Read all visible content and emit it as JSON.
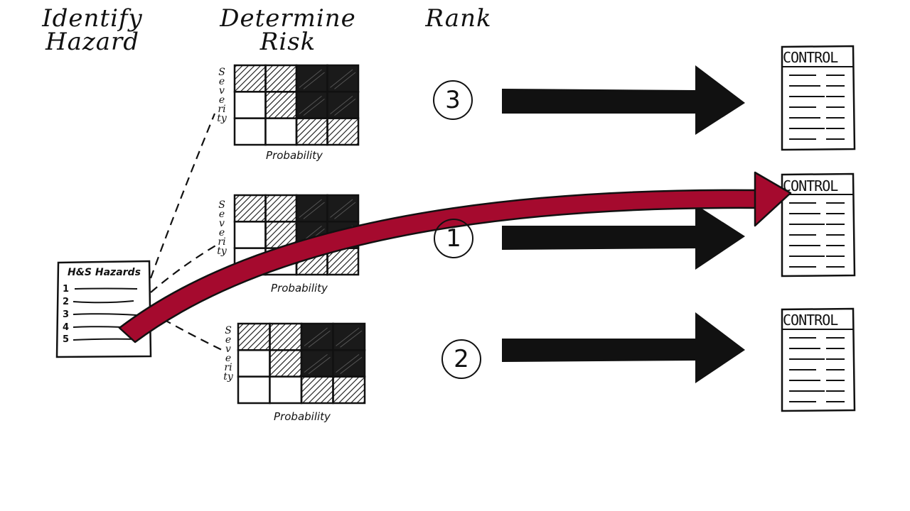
{
  "headers": {
    "identify": "Identify\nHazard",
    "determine": "Determine\nRisk",
    "rank": "Rank"
  },
  "hazard_list": {
    "title": "H&S Hazards",
    "items": [
      "1",
      "2",
      "3",
      "4",
      "5"
    ]
  },
  "matrices": {
    "severity_label": "Severity",
    "probability_label": "Probability"
  },
  "ranks": [
    "3",
    "1",
    "2"
  ],
  "controls": {
    "label": "CONTROL"
  },
  "colors": {
    "ink": "#111111",
    "accent_arrow": "#a50a2e"
  }
}
